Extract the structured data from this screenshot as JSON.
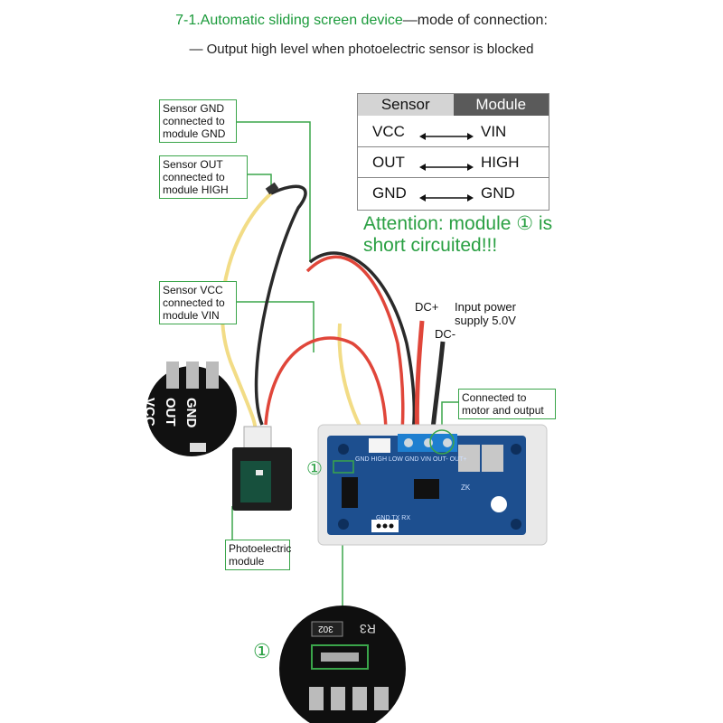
{
  "header": {
    "title": "7-1.Automatic sliding screen device",
    "title_sep": "—",
    "title_tail": "mode of connection:",
    "subtitle": "— Output high level when photoelectric sensor is blocked"
  },
  "callouts": {
    "sensor_gnd": "Sensor GND connected to module GND",
    "sensor_out": "Sensor OUT connected to module HIGH",
    "sensor_vcc": "Sensor VCC connected to module VIN",
    "motor": "Connected to motor and output",
    "photoelectric": "Photoelectric module"
  },
  "table": {
    "head_left": "Sensor",
    "head_right": "Module",
    "rows": [
      {
        "left": "VCC",
        "right": "VIN"
      },
      {
        "left": "OUT",
        "right": "HIGH"
      },
      {
        "left": "GND",
        "right": "GND"
      }
    ]
  },
  "attention": {
    "line1": "Attention: module ① is",
    "line2": "short circuited!!!"
  },
  "power": {
    "dc_plus": "DC+",
    "dc_minus": "DC-",
    "label": "Input power supply 5.0V"
  },
  "markers": {
    "one": "①"
  },
  "sensor_pins": [
    "VCC",
    "OUT",
    "GND"
  ],
  "board_texts": {
    "header_labels": "GND HIGH LOW  GND VIN  OUT- OUT+",
    "r3": "R3",
    "res_code": "302",
    "zk": "ZK",
    "rx": "GND TX RX"
  },
  "colors": {
    "accent_green": "#1a9a3a",
    "callout_border": "#3aa54a",
    "board_blue": "#1d4f8f",
    "terminal_blue": "#1e7fd0",
    "wire_red": "#e0463a",
    "wire_yellow": "#f2dc86",
    "wire_black": "#2a2a2a"
  }
}
